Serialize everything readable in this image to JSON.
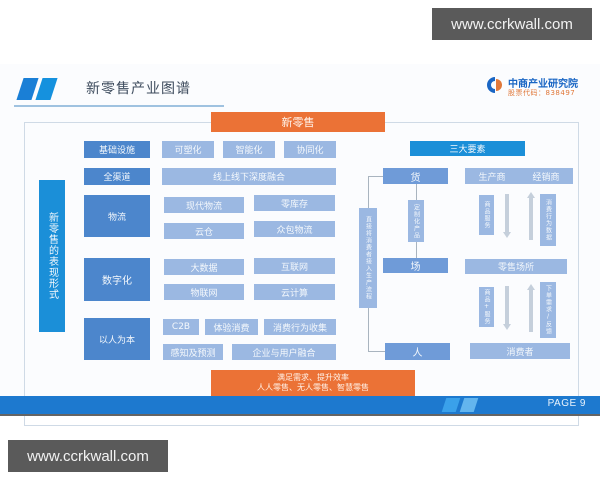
{
  "watermarks": {
    "top": "www.ccrkwall.com",
    "bottom": "www.ccrkwall.com"
  },
  "header": {
    "title": "新零售产业图谱",
    "brand_name": "中商产业研究院",
    "brand_code": "股票代码：838497"
  },
  "diagram": {
    "top_banner": "新零售",
    "side_label": "新零售的表现形式",
    "rows": [
      {
        "category": "基础设施",
        "items": [
          "可塑化",
          "智能化",
          "协同化"
        ]
      },
      {
        "category": "全渠道",
        "items": [
          "线上线下深度融合"
        ]
      },
      {
        "category": "物流",
        "items": [
          "现代物流",
          "零库存",
          "云仓",
          "众包物流"
        ]
      },
      {
        "category": "数字化",
        "items": [
          "大数据",
          "互联网",
          "物联网",
          "云计算"
        ]
      },
      {
        "category": "以人为本",
        "items": [
          "C2B",
          "体验消费",
          "消费行为收集",
          "感知及预测",
          "企业与用户融合"
        ]
      }
    ],
    "bottom_banner": {
      "line1": "满足需求、提升效率",
      "line2": "人人零售、无人零售、智慧零售"
    },
    "three_elements": {
      "title": "三大要素",
      "goods": "货",
      "venue": "场",
      "people": "人",
      "goods_to_venue_label": "定制化产品",
      "people_loop_label": "直接将消费者接入生产流程",
      "producer": "生产商",
      "distributor": "经销商",
      "retail_venue": "零售场所",
      "consumer": "消费者",
      "upper_left_note": "商品服务",
      "upper_right_note": "消费行为数据",
      "lower_left_note": "商品+服务",
      "lower_right_note": "下单需求/反馈"
    }
  },
  "footer": {
    "page": "PAGE 9"
  }
}
